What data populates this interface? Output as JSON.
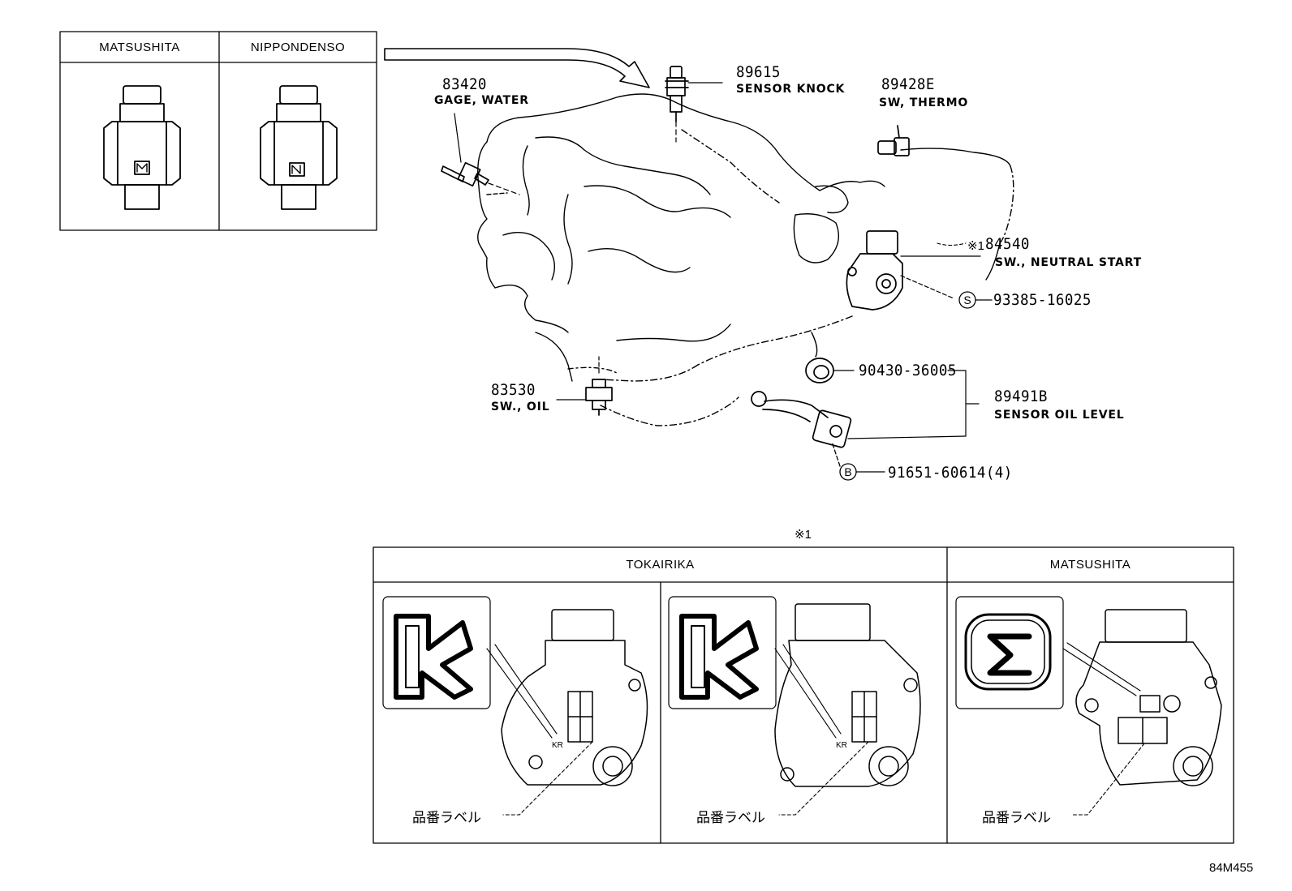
{
  "top_inset": {
    "col1": "MATSUSHITA",
    "col2": "NIPPONDENSO"
  },
  "parts": {
    "gage_water": {
      "number": "83420",
      "name": "GAGE, WATER"
    },
    "sensor_knock": {
      "number": "89615",
      "name": "SENSOR KNOCK"
    },
    "sw_thermo": {
      "number": "89428E",
      "name": "SW, THERMO"
    },
    "neutral_start": {
      "ref": "※1",
      "number": "84540",
      "name": "SW., NEUTRAL START"
    },
    "screw": {
      "number": "93385-16025",
      "symbol": "S"
    },
    "gasket": {
      "number": "90430-36005"
    },
    "oil_level": {
      "number": "89491B",
      "name": "SENSOR OIL LEVEL"
    },
    "sw_oil": {
      "number": "83530",
      "name": "SW., OIL"
    },
    "bolt": {
      "number": "91651-60614(4)",
      "symbol": "B"
    }
  },
  "bottom_inset": {
    "ref": "※1",
    "col1": "TOKAIRIKA",
    "col2": "MATSUSHITA",
    "label_text": "品番ラベル"
  },
  "diagram_code": "84M455"
}
